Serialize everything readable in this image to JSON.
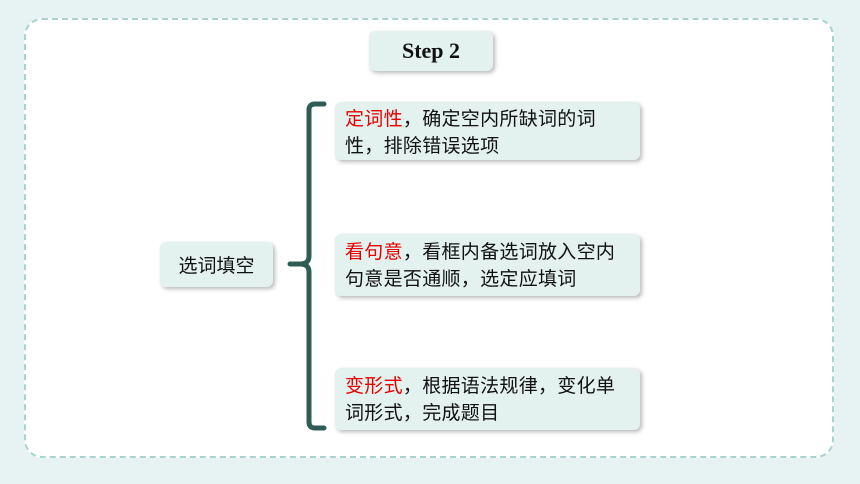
{
  "step": {
    "label": "Step 2"
  },
  "topic": {
    "label": "选词填空"
  },
  "items": [
    {
      "keyword": "定词性",
      "text": "，确定空内所缺词的词性，排除错误选项"
    },
    {
      "keyword": "看句意",
      "text": "，看框内备选词放入空内句意是否通顺，选定应填词"
    },
    {
      "keyword": "变形式",
      "text": "，根据语法规律，变化单词形式，完成题目"
    }
  ],
  "colors": {
    "keyword": "#e60000",
    "box_fill": "#e3f1ef",
    "bracket": "#2f5d55",
    "frame_border": "#a8d3cf"
  }
}
